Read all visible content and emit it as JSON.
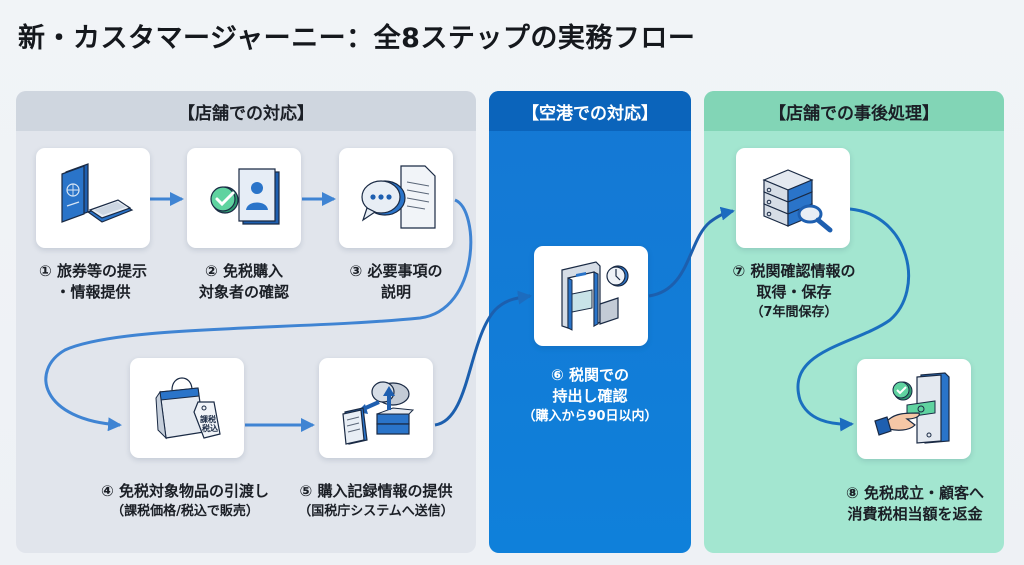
{
  "title": "新・カスタマージャーニー：全8ステップの実務フロー",
  "panels": {
    "store": {
      "header": "【店舗での対応】",
      "color": "#e1e5ec"
    },
    "airport": {
      "header": "【空港での対応】",
      "color": "#1578d4"
    },
    "after": {
      "header": "【店舗での事後処理】",
      "color": "#a3e6d0"
    }
  },
  "steps": [
    {
      "number": "①",
      "line1": "① 旅券等の提示",
      "line2": "・情報提供",
      "note": "",
      "icon": "passport-tablet-icon"
    },
    {
      "number": "②",
      "line1": "② 免税購入",
      "line2": "対象者の確認",
      "note": "",
      "icon": "check-id-card-icon"
    },
    {
      "number": "③",
      "line1": "③ 必要事項の",
      "line2": "説明",
      "note": "",
      "icon": "speech-document-icon"
    },
    {
      "number": "④",
      "line1": "④ 免税対象物品の引渡し",
      "line2": "",
      "note": "（課税価格/税込で販売）",
      "icon": "shopping-bag-tag-icon",
      "tag_text": [
        "課税",
        "税込"
      ]
    },
    {
      "number": "⑤",
      "line1": "⑤ 購入記録情報の提供",
      "line2": "",
      "note": "（国税庁システムへ送信）",
      "icon": "document-cloud-server-icon"
    },
    {
      "number": "⑥",
      "line1": "⑥ 税関での",
      "line2": "持出し確認",
      "note": "（購入から90日以内）",
      "icon": "customs-gate-clock-icon"
    },
    {
      "number": "⑦",
      "line1": "⑦ 税関確認情報の",
      "line2": "取得・保存",
      "note": "（7年間保存）",
      "icon": "server-magnifier-icon"
    },
    {
      "number": "⑧",
      "line1": "⑧ 免税成立・顧客へ",
      "line2": "消費税相当額を返金",
      "note": "",
      "icon": "refund-phone-hand-icon"
    }
  ],
  "colors": {
    "accent_blue": "#1e6fc7",
    "connector": "#3f84d3",
    "check_green": "#3fbf8a"
  }
}
